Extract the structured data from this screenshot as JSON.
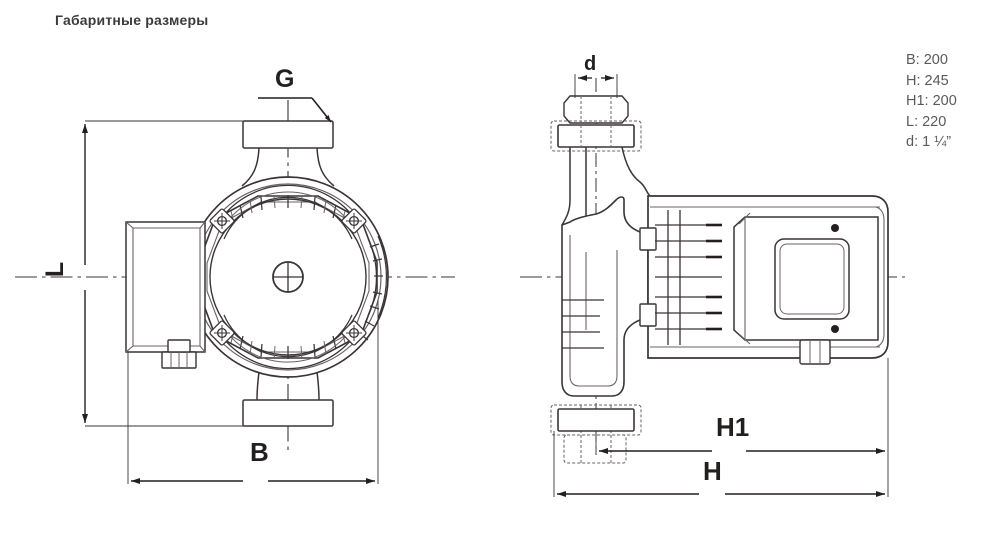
{
  "title": "Габаритные размеры",
  "specs": [
    {
      "key": "B",
      "text": "B: 200"
    },
    {
      "key": "H",
      "text": "H: 245"
    },
    {
      "key": "H1",
      "text": "H1: 200"
    },
    {
      "key": "L",
      "text": "L: 220"
    },
    {
      "key": "d",
      "text": "d: 1 ¼”"
    }
  ],
  "dimension_labels": {
    "G": "G",
    "L": "L",
    "B": "B",
    "d": "d",
    "H1": "H1",
    "H": "H"
  },
  "colors": {
    "background": "#ffffff",
    "line": "#3a3436",
    "line_light": "#6b6366",
    "text": "#2b2b2b",
    "title_text": "#3b3b3b",
    "spec_text": "#5a5a5a"
  },
  "views": {
    "front": {
      "name": "front-view",
      "caption_dims": [
        "G",
        "L",
        "B"
      ]
    },
    "side": {
      "name": "side-view",
      "caption_dims": [
        "d",
        "H1",
        "H"
      ]
    }
  }
}
